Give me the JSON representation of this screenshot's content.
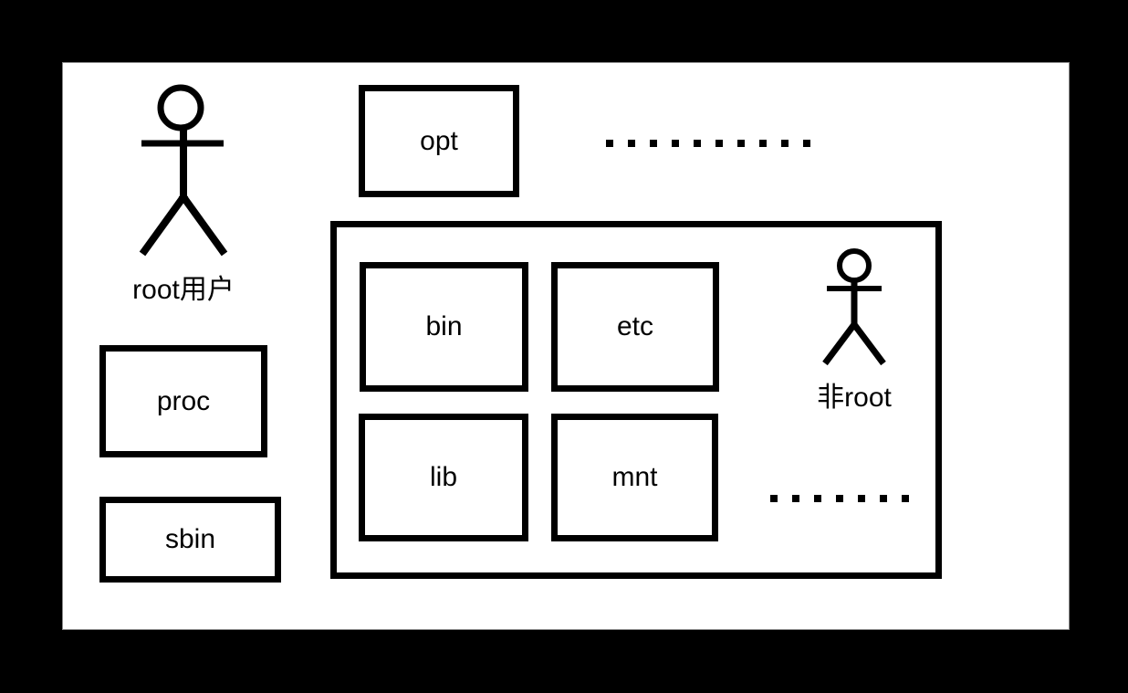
{
  "actors": {
    "root": {
      "label": "root用户"
    },
    "non_root": {
      "label": "非root"
    }
  },
  "boxes": {
    "opt": {
      "label": "opt"
    },
    "proc": {
      "label": "proc"
    },
    "sbin": {
      "label": "sbin"
    },
    "bin": {
      "label": "bin"
    },
    "etc": {
      "label": "etc"
    },
    "lib": {
      "label": "lib"
    },
    "mnt": {
      "label": "mnt"
    }
  },
  "ellipsis": {
    "top_count": 10,
    "bottom_count": 7
  },
  "colors": {
    "background": "#000000",
    "panel": "#ffffff",
    "line": "#000000"
  }
}
